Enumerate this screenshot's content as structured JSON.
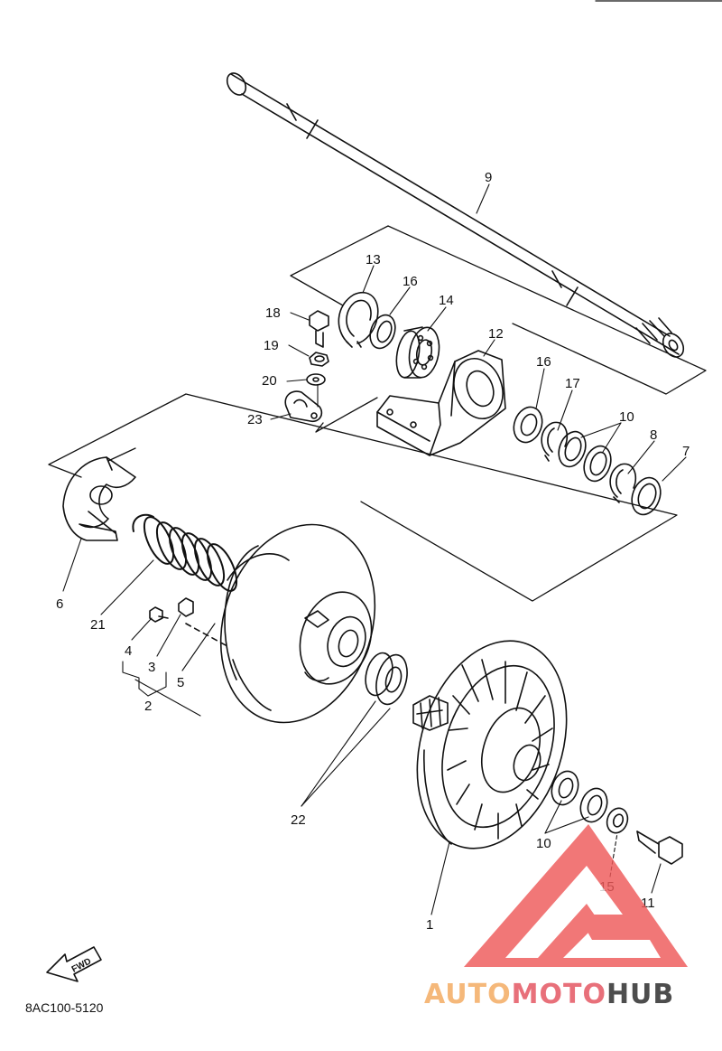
{
  "diagram": {
    "part_code": "8AC100-5120",
    "fwd_label": "FWD",
    "watermark": {
      "part1": "AUTO",
      "part2": "MOTO",
      "part3": "HUB",
      "color_light": "#f5b87a",
      "color_mid": "#e8707a",
      "color_dark": "#4d4d4d",
      "logo_color": "#ef5a5a"
    },
    "callouts": [
      "1",
      "2",
      "3",
      "4",
      "5",
      "6",
      "7",
      "8",
      "9",
      "10",
      "10",
      "11",
      "12",
      "13",
      "14",
      "15",
      "16",
      "16",
      "17",
      "18",
      "19",
      "20",
      "21",
      "22",
      "23"
    ],
    "line_color": "#111111"
  }
}
